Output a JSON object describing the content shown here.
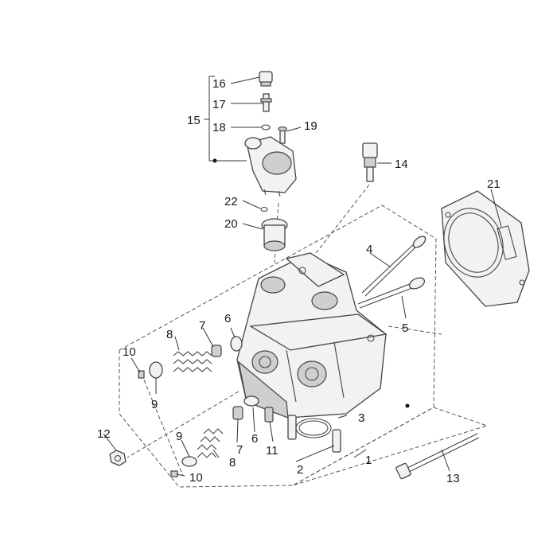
{
  "diagram": {
    "callouts": [
      {
        "id": "1",
        "text": "1"
      },
      {
        "id": "2",
        "text": "2"
      },
      {
        "id": "3",
        "text": "3"
      },
      {
        "id": "4",
        "text": "4"
      },
      {
        "id": "5",
        "text": "5"
      },
      {
        "id": "6a",
        "text": "6"
      },
      {
        "id": "6b",
        "text": "6"
      },
      {
        "id": "7a",
        "text": "7"
      },
      {
        "id": "7b",
        "text": "7"
      },
      {
        "id": "8a",
        "text": "8"
      },
      {
        "id": "8b",
        "text": "8"
      },
      {
        "id": "9a",
        "text": "9"
      },
      {
        "id": "9b",
        "text": "9"
      },
      {
        "id": "10a",
        "text": "10"
      },
      {
        "id": "10b",
        "text": "10"
      },
      {
        "id": "11",
        "text": "11"
      },
      {
        "id": "12",
        "text": "12"
      },
      {
        "id": "13",
        "text": "13"
      },
      {
        "id": "14",
        "text": "14"
      },
      {
        "id": "15",
        "text": "15"
      },
      {
        "id": "16",
        "text": "16"
      },
      {
        "id": "17",
        "text": "17"
      },
      {
        "id": "18",
        "text": "18"
      },
      {
        "id": "19",
        "text": "19"
      },
      {
        "id": "20",
        "text": "20"
      },
      {
        "id": "21",
        "text": "21"
      },
      {
        "id": "22",
        "text": "22"
      }
    ]
  }
}
